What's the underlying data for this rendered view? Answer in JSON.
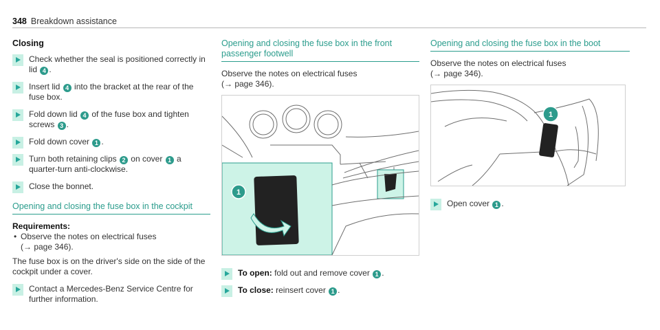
{
  "header": {
    "page_number": "348",
    "section_title": "Breakdown assistance"
  },
  "col1": {
    "closing_title": "Closing",
    "closing_steps": [
      {
        "before": "Check whether the seal is positioned correctly in lid ",
        "badge": "4",
        "after": "."
      },
      {
        "before": "Insert lid ",
        "badge": "4",
        "after": " into the bracket at the rear of the fuse box."
      },
      {
        "before": "Fold down lid ",
        "badge": "4",
        "after": " of the fuse box and tighten screws ",
        "badge2": "3",
        "after2": "."
      },
      {
        "before": "Fold down cover ",
        "badge": "1",
        "after": "."
      },
      {
        "before": "Turn both retaining clips ",
        "badge": "2",
        "after": " on cover ",
        "badge2": "1",
        "after2": " a quarter-turn anti-clockwise."
      },
      {
        "before": "Close the bonnet.",
        "badge": "",
        "after": ""
      }
    ],
    "cockpit_title": "Opening and closing the fuse box in the cockpit",
    "requirements_label": "Requirements:",
    "requirements_item": "Observe the notes on electrical fuses",
    "requirements_ref": "(→ page 346).",
    "cockpit_paragraph": "The fuse box is on the driver's side on the side of the cockpit under a cover.",
    "contact_step": "Contact a Mercedes-Benz Service Centre for further information."
  },
  "col2": {
    "title": "Opening and closing the fuse box in the front passenger footwell",
    "notes_text": "Observe the notes on electrical fuses",
    "notes_ref": "(→ page 346).",
    "figure_badge": "1",
    "open_label": "To open:",
    "open_text": " fold out and remove cover ",
    "open_badge": "1",
    "close_label": "To close:",
    "close_text": " reinsert cover ",
    "close_badge": "1"
  },
  "col3": {
    "title": "Opening and closing the fuse box in the boot",
    "notes_text": "Observe the notes on electrical fuses",
    "notes_ref": "(→ page 346).",
    "figure_badge": "1",
    "open_text": "Open cover ",
    "open_badge": "1"
  },
  "colors": {
    "accent": "#2a9c8c",
    "highlight": "#c8f0e4",
    "badge": "#2d9b8c"
  }
}
